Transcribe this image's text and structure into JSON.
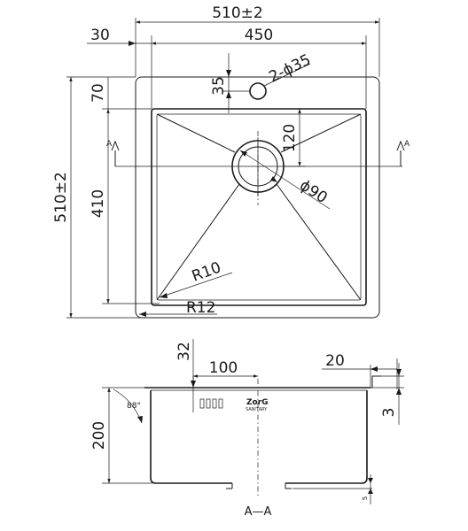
{
  "top_view": {
    "overall_width": "510±2",
    "overall_height": "510±2",
    "offset_left": "30",
    "inner_width": "450",
    "inner_height": "410",
    "offset_top": "70",
    "tap_hole_offset": "35",
    "tap_hole_label": "2-ϕ35",
    "drain_offset": "120",
    "drain_diameter": "ϕ90",
    "inner_radius": "R10",
    "outer_radius": "R12",
    "section_marker_left": "A",
    "section_marker_right": "A"
  },
  "section_view": {
    "height": "200",
    "hole_offset": "32",
    "hole_spacing": "100",
    "flange_width": "20",
    "flange_thickness": "3",
    "angle": "88°",
    "bottom_offset": "5",
    "brand_logo": "ZorG",
    "brand_sub": "SANITARY",
    "section_title": "A—A"
  }
}
